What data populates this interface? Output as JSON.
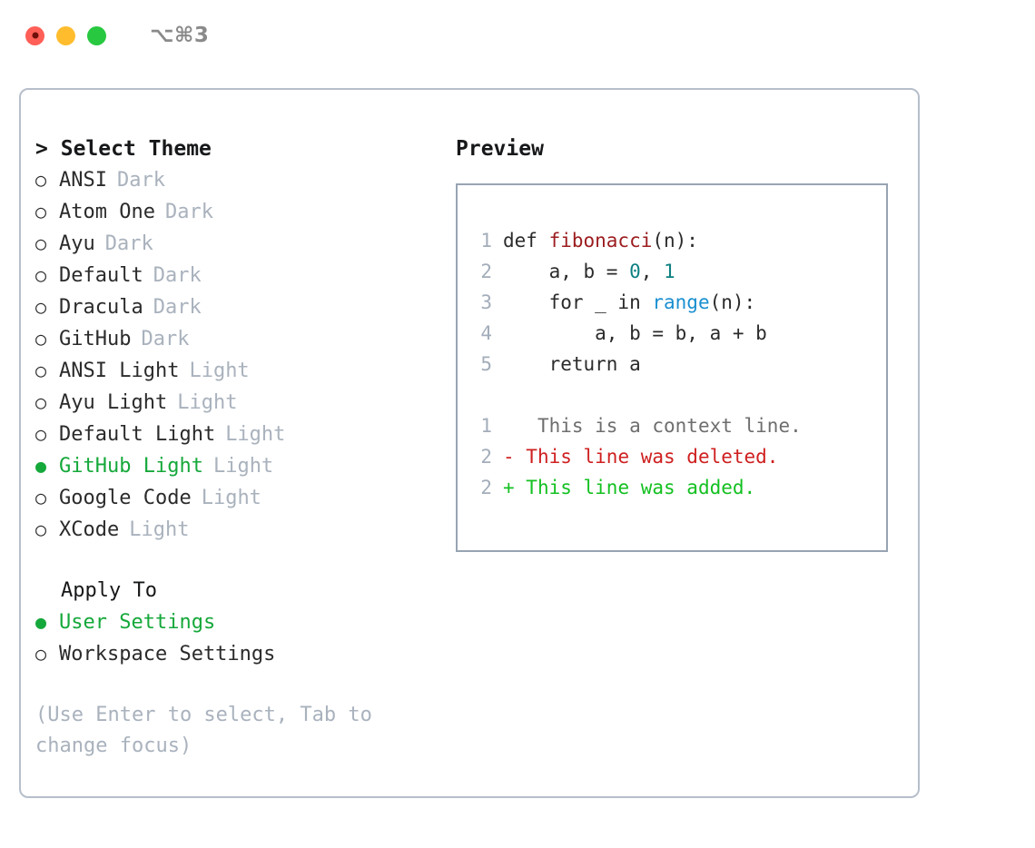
{
  "titlebar": {
    "shortcut": "⌥⌘3",
    "traffic_lights": [
      {
        "name": "close",
        "color": "#ff5f57"
      },
      {
        "name": "minimize",
        "color": "#ffbd2e"
      },
      {
        "name": "maximize",
        "color": "#28c840"
      }
    ]
  },
  "theme_picker": {
    "caret": ">",
    "title": "Select Theme",
    "bullet_unselected": "○",
    "bullet_selected": "●",
    "items": [
      {
        "label": "ANSI",
        "tag": "Dark",
        "selected": false
      },
      {
        "label": "Atom One",
        "tag": "Dark",
        "selected": false
      },
      {
        "label": "Ayu",
        "tag": "Dark",
        "selected": false
      },
      {
        "label": "Default",
        "tag": "Dark",
        "selected": false
      },
      {
        "label": "Dracula",
        "tag": "Dark",
        "selected": false
      },
      {
        "label": "GitHub",
        "tag": "Dark",
        "selected": false
      },
      {
        "label": "ANSI Light",
        "tag": "Light",
        "selected": false
      },
      {
        "label": "Ayu Light",
        "tag": "Light",
        "selected": false
      },
      {
        "label": "Default Light",
        "tag": "Light",
        "selected": false
      },
      {
        "label": "GitHub Light",
        "tag": "Light",
        "selected": true
      },
      {
        "label": "Google Code",
        "tag": "Light",
        "selected": false
      },
      {
        "label": "XCode",
        "tag": "Light",
        "selected": false
      }
    ]
  },
  "apply_to": {
    "heading": "Apply To",
    "items": [
      {
        "label": "User Settings",
        "selected": true
      },
      {
        "label": "Workspace Settings",
        "selected": false
      }
    ]
  },
  "hint": "(Use Enter to select, Tab to change focus)",
  "preview": {
    "heading": "Preview",
    "code_lines": [
      {
        "no": "1",
        "tokens": [
          {
            "t": "def ",
            "c": "plain"
          },
          {
            "t": "fibonacci",
            "c": "func"
          },
          {
            "t": "(n):",
            "c": "plain"
          }
        ]
      },
      {
        "no": "2",
        "tokens": [
          {
            "t": "    a, b = ",
            "c": "plain"
          },
          {
            "t": "0",
            "c": "num"
          },
          {
            "t": ", ",
            "c": "plain"
          },
          {
            "t": "1",
            "c": "num"
          }
        ]
      },
      {
        "no": "3",
        "tokens": [
          {
            "t": "    for _ in ",
            "c": "plain"
          },
          {
            "t": "range",
            "c": "builtin"
          },
          {
            "t": "(n):",
            "c": "plain"
          }
        ]
      },
      {
        "no": "4",
        "tokens": [
          {
            "t": "        a, b = b, a + b",
            "c": "plain"
          }
        ]
      },
      {
        "no": "5",
        "tokens": [
          {
            "t": "    return a",
            "c": "plain"
          }
        ]
      }
    ],
    "diff_lines": [
      {
        "no": "1",
        "marker": " ",
        "text": "  This is a context line.",
        "kind": "context"
      },
      {
        "no": "2",
        "marker": "-",
        "text": " This line was deleted.",
        "kind": "del"
      },
      {
        "no": "2",
        "marker": "+",
        "text": " This line was added.",
        "kind": "add"
      }
    ]
  },
  "colors": {
    "accent_green": "#15a83a",
    "muted": "#a9b2bd",
    "border": "#b6bfcb",
    "preview_border": "#98a4b3",
    "func": "#9c1d20",
    "num": "#0d8080",
    "builtin": "#1a8fd0",
    "diff_del": "#cf2020",
    "diff_add": "#14c021",
    "diff_context": "#6e6e6e"
  }
}
